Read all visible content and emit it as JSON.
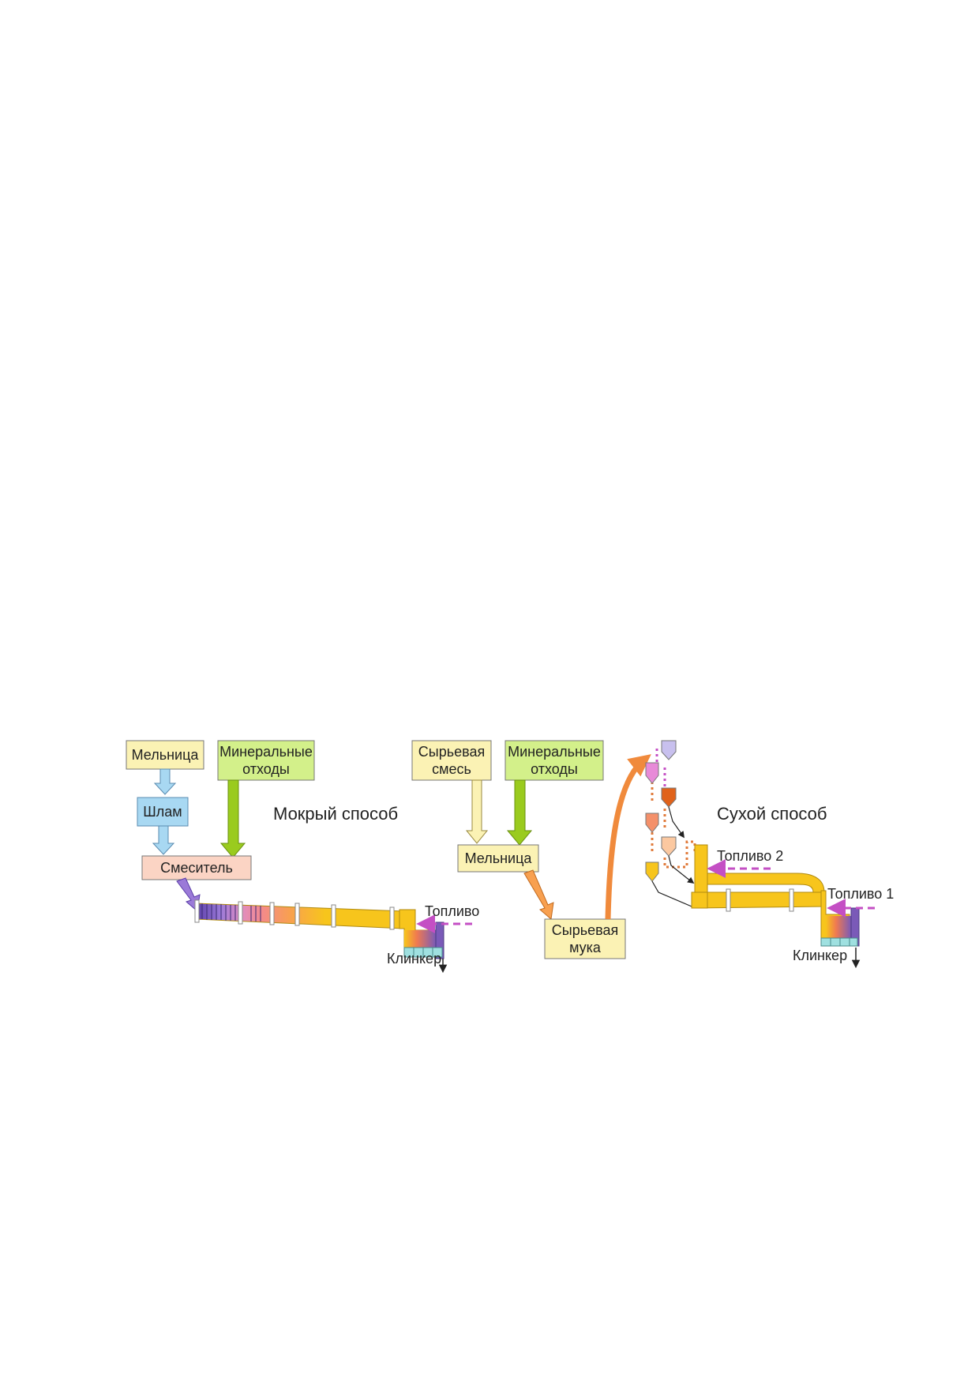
{
  "wet": {
    "title": "Мокрый способ",
    "mill": "Мельница",
    "waste": [
      "Минеральные",
      "отходы"
    ],
    "slurry": "Шлам",
    "mixer": "Смеситель",
    "fuel": "Топливо",
    "clinker": "Клинкер"
  },
  "dry": {
    "title": "Сухой способ",
    "raw_mix": [
      "Сырьевая",
      "смесь"
    ],
    "waste": [
      "Минеральные",
      "отходы"
    ],
    "mill": "Мельница",
    "raw_meal": [
      "Сырьевая",
      "мука"
    ],
    "fuel1": "Топливо 1",
    "fuel2": "Топливо 2",
    "clinker": "Клинкер"
  },
  "colors": {
    "box_yellow": "#fbf2b4",
    "box_green": "#d3f08a",
    "box_blue": "#a8d8f2",
    "box_pink": "#fbd4c4",
    "kiln_yellow": "#f7c51c",
    "arrow_orange": "#f08a3c",
    "fuel_purple": "#c44fc4"
  }
}
